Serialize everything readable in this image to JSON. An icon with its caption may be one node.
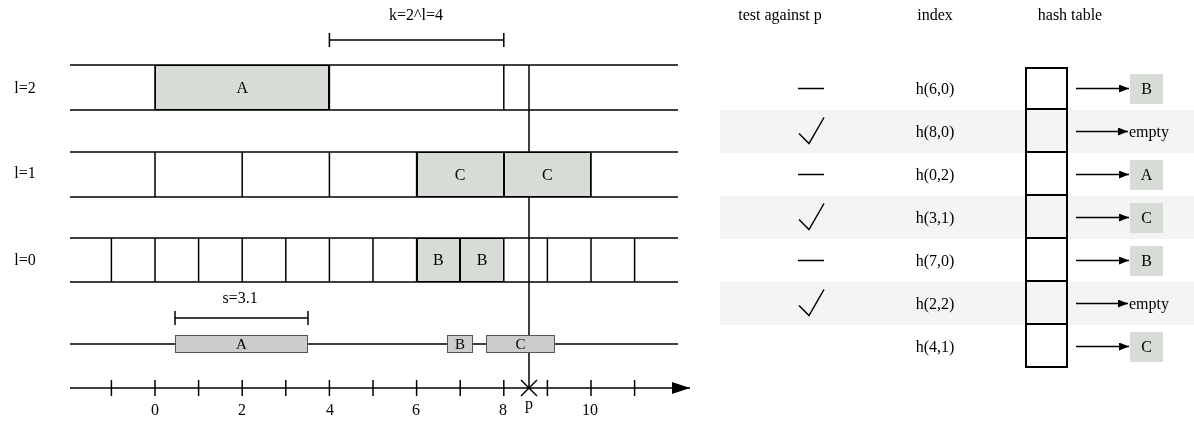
{
  "diagram": {
    "nodes": [
      {
        "text": [
          "A"
        ]
      },
      {
        "text": [
          "C"
        ]
      },
      {
        "text": [
          "C"
        ]
      },
      {
        "text": [
          "B"
        ]
      },
      {
        "text": [
          "B"
        ]
      },
      {
        "text": [
          "A"
        ]
      },
      {
        "text": [
          "B"
        ]
      },
      {
        "text": [
          "C"
        ]
      },
      {
        "text": [],
        "shape": "box"
      },
      {
        "text": [
          "B"
        ]
      },
      {
        "text": [],
        "shape": "box"
      },
      {
        "text": [
          "empty"
        ]
      },
      {
        "text": [],
        "shape": "box"
      },
      {
        "text": [
          "A"
        ]
      },
      {
        "text": [],
        "shape": "box"
      },
      {
        "text": [
          "C"
        ]
      },
      {
        "text": [],
        "shape": "box"
      },
      {
        "text": [
          "B"
        ]
      },
      {
        "text": [],
        "shape": "box"
      },
      {
        "text": [
          "empty"
        ]
      },
      {
        "text": [],
        "shape": "box"
      },
      {
        "text": [
          "C"
        ]
      }
    ],
    "edges": [
      {
        "from": 8,
        "to": 9,
        "arrow": "to"
      },
      {
        "from": 10,
        "to": 11,
        "arrow": "to"
      },
      {
        "from": 12,
        "to": 13,
        "arrow": "to"
      },
      {
        "from": 14,
        "to": 15,
        "arrow": "to"
      },
      {
        "from": 16,
        "to": 17,
        "arrow": "to"
      },
      {
        "from": 18,
        "to": 19,
        "arrow": "to"
      },
      {
        "from": 20,
        "to": 21,
        "arrow": "to"
      }
    ],
    "labels": [
      "k=2^l=4",
      "l=2",
      "l=1",
      "l=0",
      "s=3.1",
      "0",
      "2",
      "4",
      "6",
      "8",
      "p",
      "10",
      "test against p",
      "index",
      "hash table",
      "h(6,0)",
      "h(8,0)",
      "h(0,2)",
      "h(3,1)",
      "h(7,0)",
      "h(2,2)",
      "h(4,1)"
    ]
  }
}
